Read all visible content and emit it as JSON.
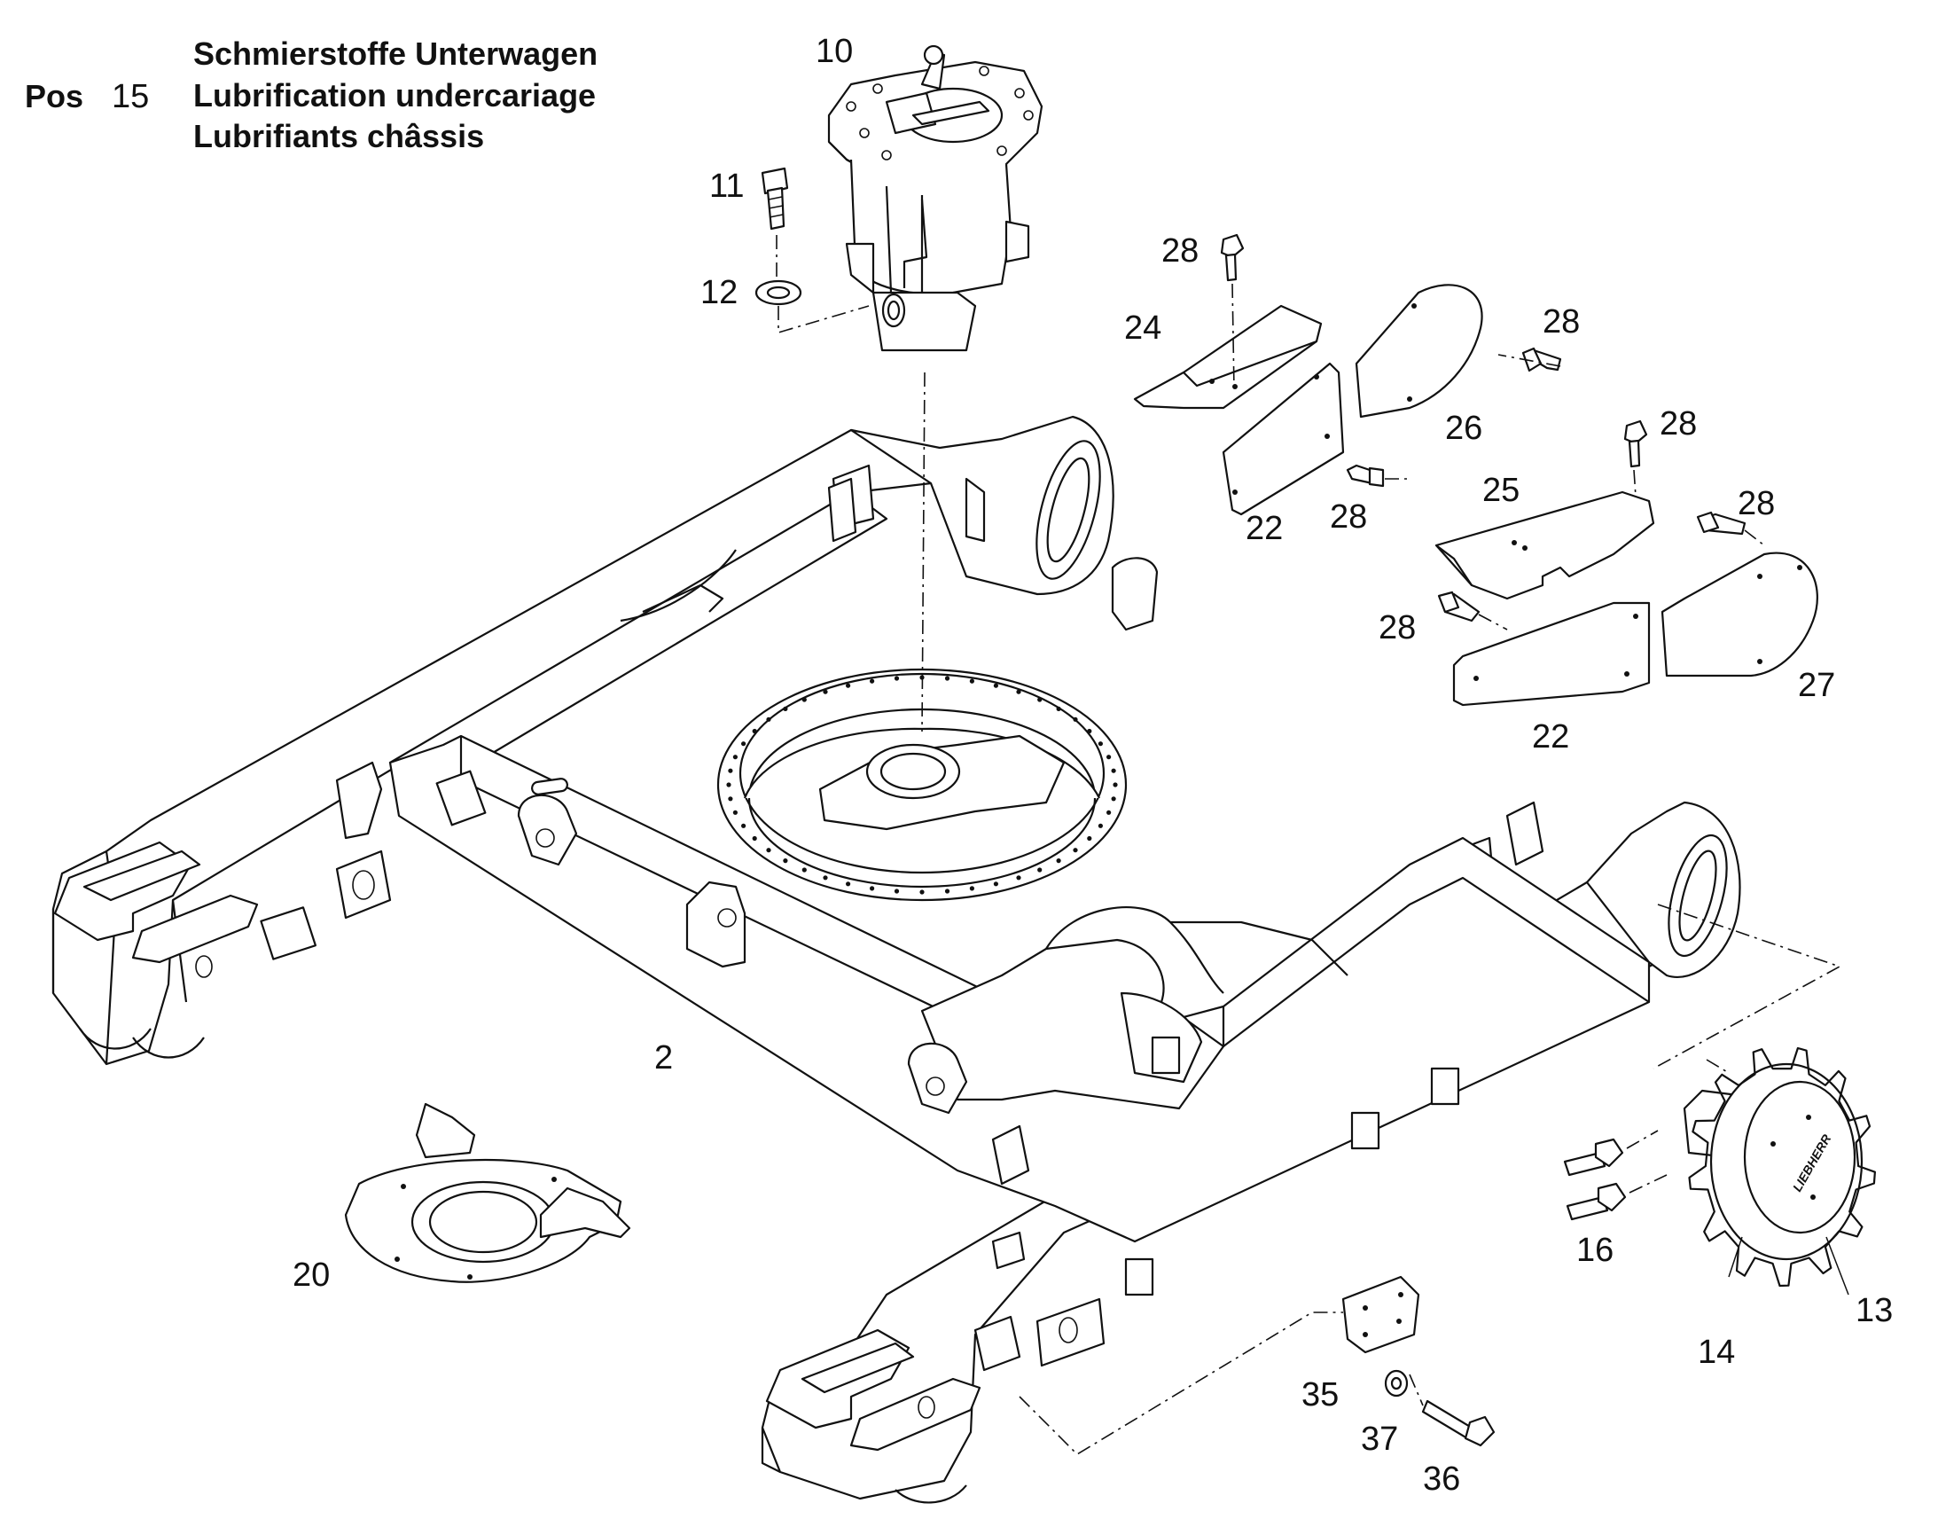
{
  "header": {
    "pos_label": "Pos",
    "pos_number": "15",
    "title_de": "Schmierstoffe Unterwagen",
    "title_en": "Lubrification undercariage",
    "title_fr": "Lubrifiants châssis"
  },
  "callouts": {
    "c2": "2",
    "c10": "10",
    "c11": "11",
    "c12": "12",
    "c13": "13",
    "c14": "14",
    "c16": "16",
    "c20": "20",
    "c22a": "22",
    "c22b": "22",
    "c24": "24",
    "c25": "25",
    "c26": "26",
    "c27": "27",
    "c28a": "28",
    "c28b": "28",
    "c28c": "28",
    "c28d": "28",
    "c28e": "28",
    "c28f": "28",
    "c35": "35",
    "c36": "36",
    "c37": "37"
  },
  "brand_mark": "LIEBHERR"
}
